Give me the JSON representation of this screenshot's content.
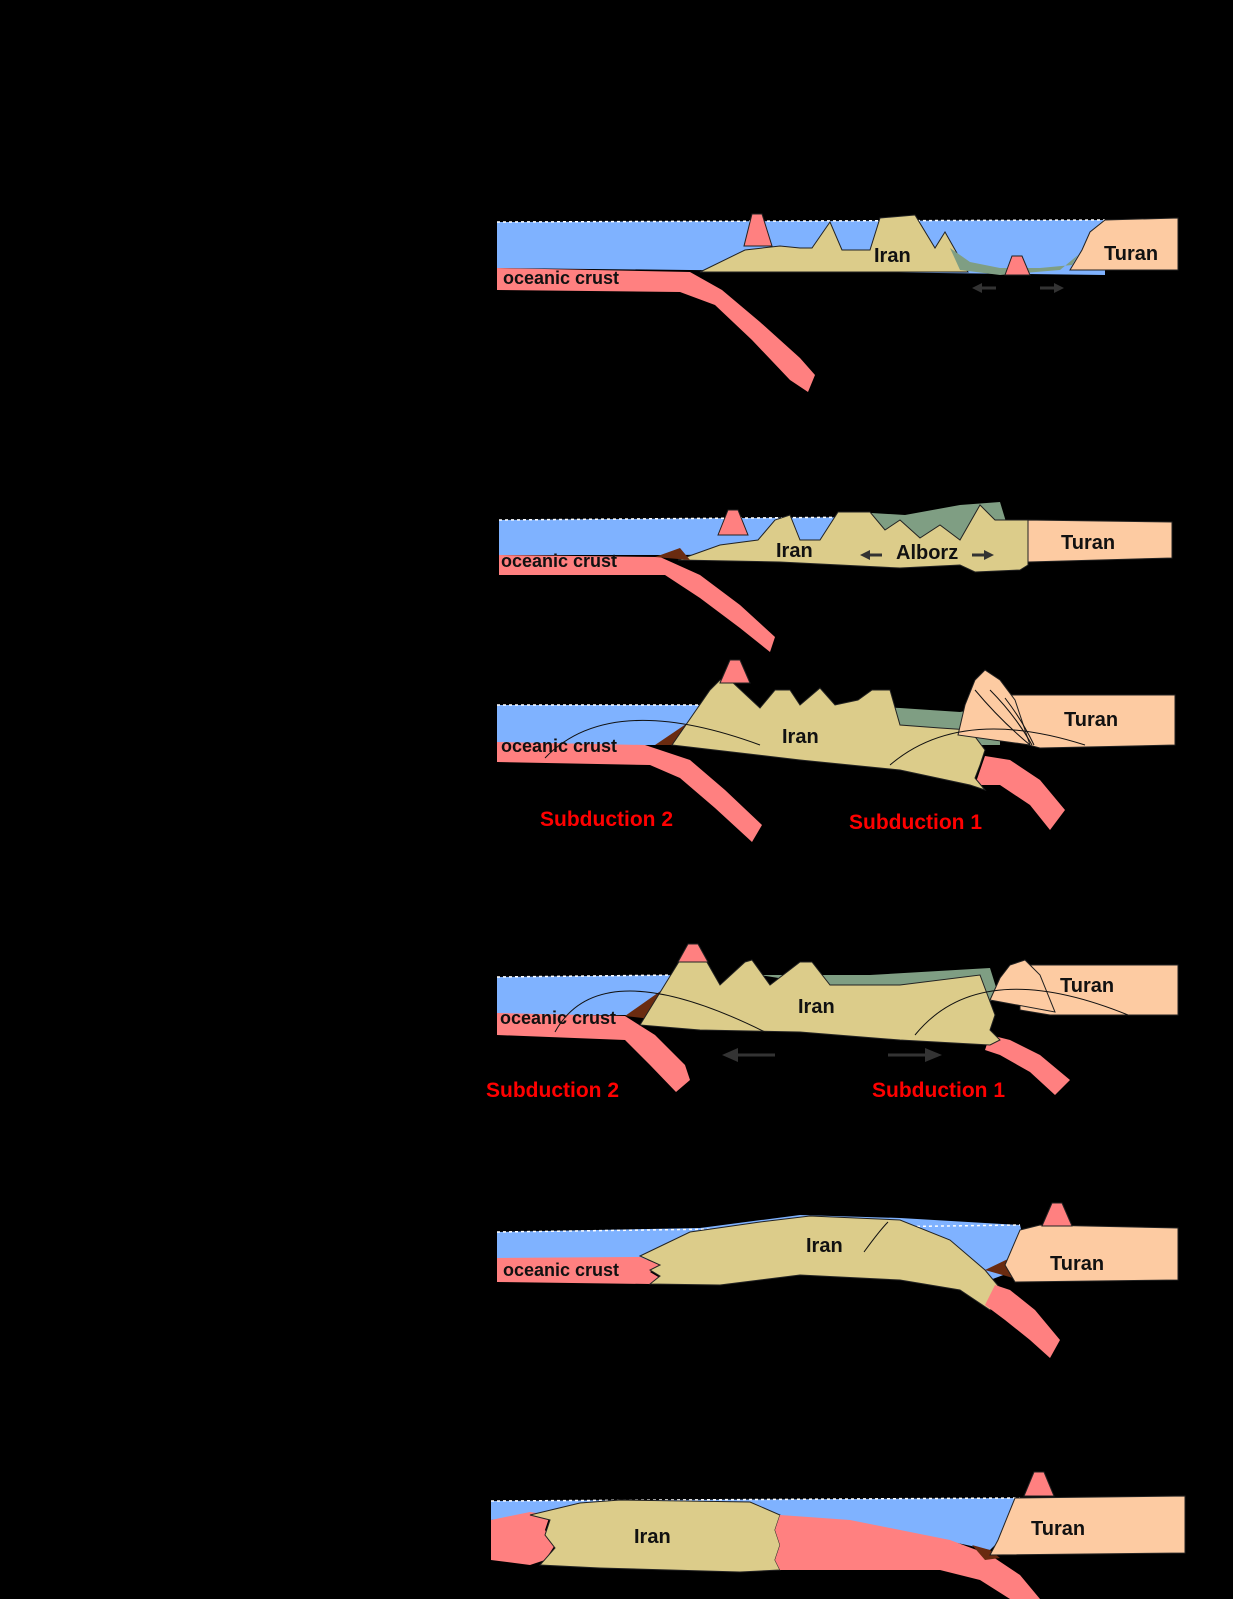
{
  "labels": {
    "iran": "Iran",
    "turan": "Turan",
    "oceanic_crust": "oceanic crust",
    "alborz": "Alborz",
    "subduction_1": "Subduction 1",
    "subduction_2": "Subduction 2"
  },
  "colors": {
    "background": "#000000",
    "sea": "#7fb2ff",
    "oceanic_crust": "#ff8080",
    "iran": "#dccc8a",
    "turan": "#fdcba2",
    "sediment": "#7f9e83",
    "subduction_label": "#ff0000"
  }
}
